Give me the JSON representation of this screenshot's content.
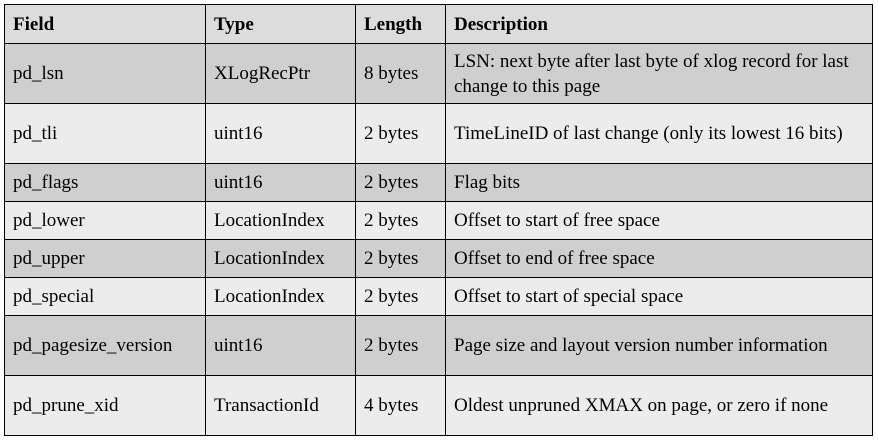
{
  "table": {
    "headers": [
      "Field",
      "Type",
      "Length",
      "Description"
    ],
    "rows": [
      {
        "field": "pd_lsn",
        "type": "XLogRecPtr",
        "length": "8 bytes",
        "description": "LSN: next byte after last byte of xlog record for last change to this page"
      },
      {
        "field": "pd_tli",
        "type": "uint16",
        "length": "2 bytes",
        "description": "TimeLineID of last change (only its lowest 16 bits)"
      },
      {
        "field": "pd_flags",
        "type": "uint16",
        "length": "2 bytes",
        "description": "Flag bits"
      },
      {
        "field": "pd_lower",
        "type": "LocationIndex",
        "length": "2 bytes",
        "description": "Offset to start of free space"
      },
      {
        "field": "pd_upper",
        "type": "LocationIndex",
        "length": "2 bytes",
        "description": "Offset to end of free space"
      },
      {
        "field": "pd_special",
        "type": "LocationIndex",
        "length": "2 bytes",
        "description": "Offset to start of special space"
      },
      {
        "field": "pd_pagesize_version",
        "type": "uint16",
        "length": "2 bytes",
        "description": "Page size and layout version number information"
      },
      {
        "field": "pd_prune_xid",
        "type": "TransactionId",
        "length": "4 bytes",
        "description": "Oldest unpruned XMAX on page, or zero if none"
      }
    ]
  }
}
